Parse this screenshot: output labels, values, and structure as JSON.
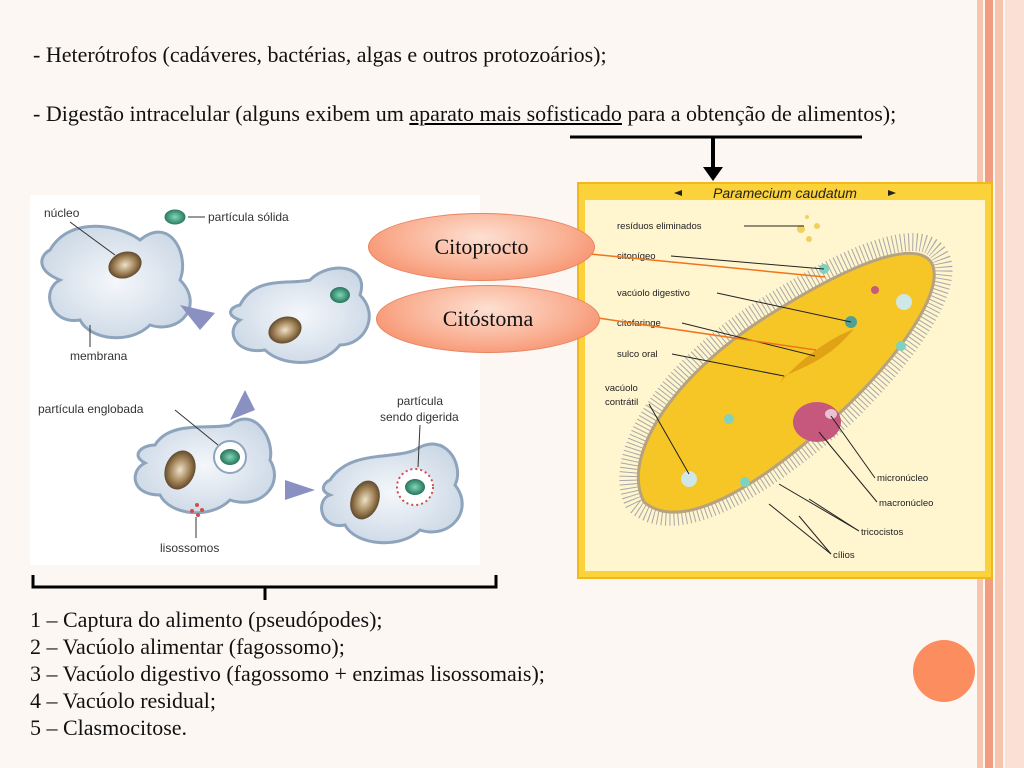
{
  "text": {
    "bullet1": "- Heterótrofos (cadáveres, bactérias, algas e outros protozoários);",
    "bullet2_start": "- Digestão intracelular (alguns exibem um ",
    "bullet2_underlined": "aparato mais sofisticado",
    "bullet2_end": " para a obtenção de alimentos);"
  },
  "callouts": {
    "citoprocto": "Citoprocto",
    "citostoma": "Citóstoma"
  },
  "left_figure": {
    "labels": {
      "nucleo": "núcleo",
      "particula_solida": "partícula sólida",
      "membrana": "membrana",
      "particula_englobada": "partícula englobada",
      "particula_sendo_digerida_1": "partícula",
      "particula_sendo_digerida_2": "sendo digerida",
      "lisossomos": "lisossomos"
    }
  },
  "right_figure": {
    "title": "Paramecium caudatum",
    "labels": {
      "residuos": "resíduos eliminados",
      "citopigeo": "citopígeo",
      "vacuolo_digestivo": "vacúolo digestivo",
      "citofaringe": "citofaringe",
      "sulco_oral": "sulco oral",
      "vacuolo_contratil_1": "vacúolo",
      "vacuolo_contratil_2": "contrátil",
      "micronucleo": "micronúcleo",
      "macronucleo": "macronúcleo",
      "tricocistos": "tricocistos",
      "cilios": "cílios"
    }
  },
  "list": [
    "1 – Captura do alimento (pseudópodes);",
    "2 – Vacúolo alimentar (fagossomo);",
    "3 – Vacúolo digestivo (fagossomo + enzimas lisossomais);",
    "4 – Vacúolo residual;",
    "5 – Clasmocitose."
  ],
  "colors": {
    "accent_orange": "#fb8d5e",
    "stripe_light": "#f7c4ad",
    "stripe_dark": "#f29d80",
    "paramecium_yellow": "#fbd23a"
  }
}
